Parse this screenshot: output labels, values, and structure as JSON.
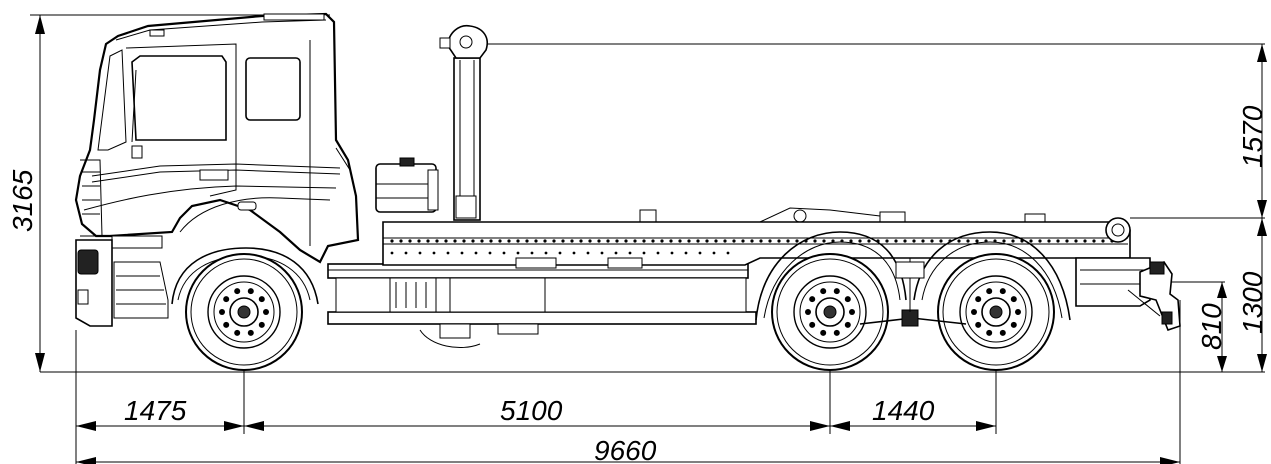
{
  "dimensions": {
    "overall_height": "3165",
    "hook_above_frame": "1570",
    "frame_height": "1300",
    "rear_hitch_height": "810",
    "front_overhang": "1475",
    "wheelbase_front_rear": "5100",
    "rear_axle_spacing": "1440",
    "overall_length": "9660"
  }
}
